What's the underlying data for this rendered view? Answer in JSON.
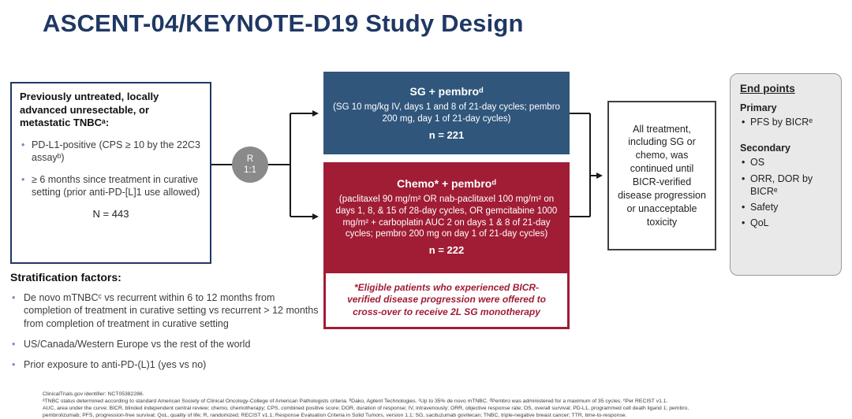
{
  "title": "ASCENT-04/KEYNOTE-D19 Study Design",
  "colors": {
    "navy": "#1F3864",
    "arm_blue": "#30567C",
    "arm_red": "#A01D35",
    "circle_gray": "#8A8A8A",
    "endpoints_bg": "#E9E9E9",
    "bullet_blue": "#7291B9"
  },
  "population_box": {
    "header": "Previously untreated, locally advanced unresectable, or metastatic TNBCᵃ:",
    "bullets": [
      "PD-L1-positive (CPS ≥ 10 by the 22C3 assayᵇ)",
      "≥ 6 months since treatment in curative setting (prior anti-PD-[L]1 use allowed)"
    ],
    "n": "N = 443"
  },
  "randomization": {
    "line1": "R",
    "line2": "1:1"
  },
  "arm_sg": {
    "title": "SG + pembroᵈ",
    "body": "(SG 10 mg/kg IV, days 1 and 8 of 21-day cycles; pembro 200 mg, day 1 of 21-day cycles)",
    "n": "n = 221"
  },
  "arm_chemo": {
    "title": "Chemo* + pembroᵈ",
    "body": "(paclitaxel 90 mg/m² OR nab-paclitaxel 100 mg/m² on days 1, 8, & 15 of 28-day cycles, OR gemcitabine 1000 mg/m² + carboplatin AUC 2 on days 1 & 8 of 21-day cycles; pembro 200 mg on day 1 of 21-day cycles)",
    "n": "n = 222"
  },
  "crossover_note": "*Eligible patients who experienced BICR-verified disease progression were offered to cross-over to receive 2L SG monotherapy",
  "treatment_box": "All treatment, including SG or chemo, was continued until BICR-verified disease progression or unacceptable toxicity",
  "endpoints": {
    "header": "End points",
    "primary_label": "Primary",
    "primary": [
      "PFS by BICRᵉ"
    ],
    "secondary_label": "Secondary",
    "secondary": [
      "OS",
      "ORR, DOR by BICRᵉ",
      "Safety",
      "QoL"
    ]
  },
  "stratification": {
    "header": "Stratification factors:",
    "bullets": [
      "De novo mTNBCᶜ vs recurrent within 6 to 12 months from completion of treatment in curative setting vs recurrent > 12 months from completion of treatment in curative setting",
      "US/Canada/Western Europe vs the rest of the world",
      "Prior exposure to anti-PD-(L)1 (yes vs no)"
    ]
  },
  "footnotes": {
    "line1": "ClinicalTrials.gov identifier: NCT05382286.",
    "line2": "ᵃTNBC status determined according to standard American Society of Clinical Oncology-College of American Pathologists criteria. ᵇDako, Agilent Technologies. ᶜUp to 35% de novo mTNBC. ᵈPembro was administered for a maximum of 35 cycles. ᵉPer RECIST v1.1.",
    "line3": "AUC, area under the curve; BICR, blinded independent central review; chemo, chemotherapy; CPS, combined positive score; DOR, duration of response; IV, intravenously; ORR, objective response rate; OS, overall survival; PD-L1, programmed cell death ligand 1; pembro,",
    "line4": "pembrolizumab; PFS, progression-free survival; QoL, quality of life; R, randomized; RECIST v1.1; Response Evaluation Criteria in Solid Tumors, version 1.1; SG, sacituzumab govitecan; TNBC, triple-negative breast cancer; TTR, time-to-response."
  }
}
